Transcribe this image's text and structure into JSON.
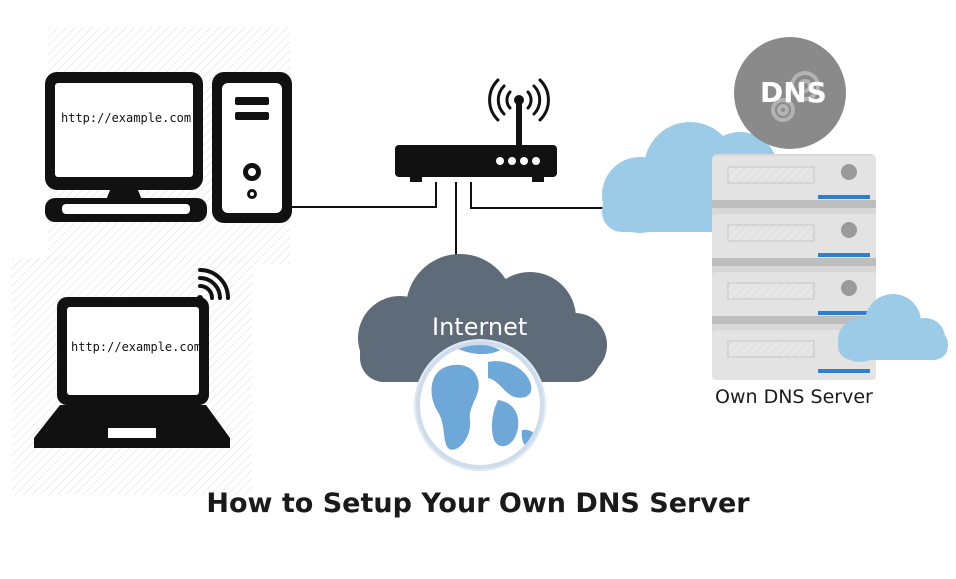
{
  "diagram": {
    "title": "How to Setup Your Own DNS Server",
    "desktop_url": "http://example.com",
    "laptop_url": "http://example.com",
    "internet_label": "Internet",
    "dns_badge": "DNS",
    "server_label": "Own DNS Server"
  },
  "colors": {
    "device": "#111111",
    "cloud_blue": "#9ccbe8",
    "internet_cloud": "#5e6b78",
    "globe_land": "#6ea8d8",
    "server_body": "#d6d6d6",
    "server_accent": "#2f7fd0",
    "dns_badge": "#8a8a8a"
  },
  "icons": {
    "desktop": "desktop-computer-icon",
    "laptop": "laptop-icon",
    "router": "wireless-router-icon",
    "internet": "internet-cloud-icon",
    "globe": "globe-icon",
    "server": "server-rack-icon",
    "wifi": "wifi-icon",
    "gear": "gear-icon"
  }
}
